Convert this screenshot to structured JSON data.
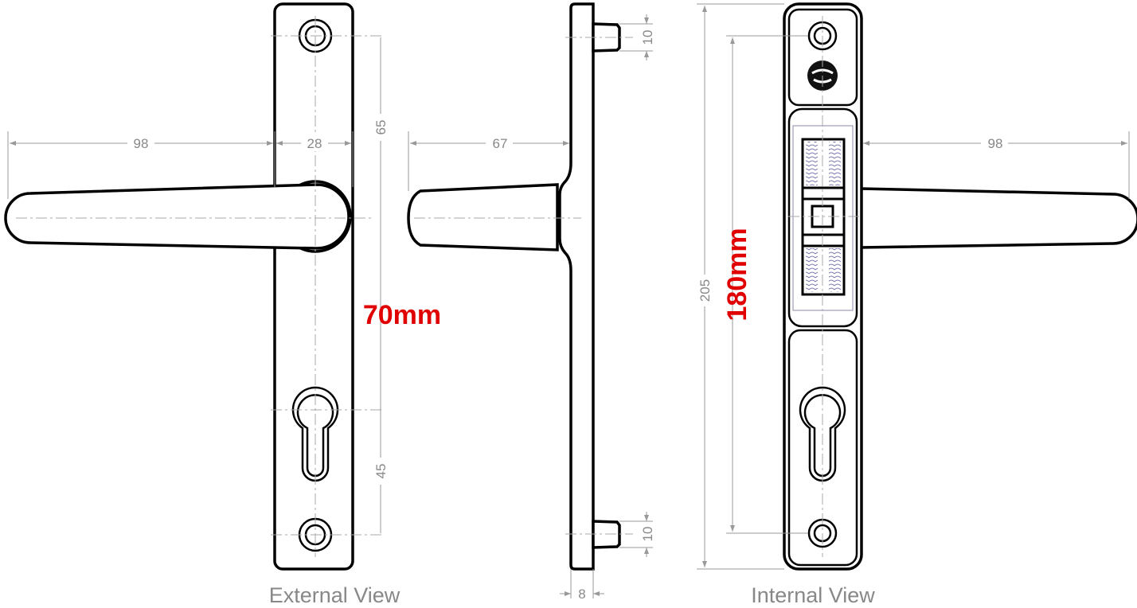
{
  "external_view": {
    "caption": "External View",
    "dim_lever_length": "98",
    "dim_rose_width": "28",
    "dim_top_to_handle": "65",
    "dim_handle_to_cylinder": "70mm",
    "dim_cylinder_to_bottom": "45"
  },
  "side_view": {
    "dim_projection": "67",
    "dim_top_spigot": "10",
    "dim_bottom_spigot": "10",
    "dim_plate_thickness": "8"
  },
  "internal_view": {
    "caption": "Internal View",
    "dim_lever_length": "98",
    "dim_overall_height": "205",
    "dim_fixing_centres": "180mm"
  },
  "colors": {
    "highlight": "#e00000",
    "dimension": "#888888",
    "outline": "#000000"
  }
}
